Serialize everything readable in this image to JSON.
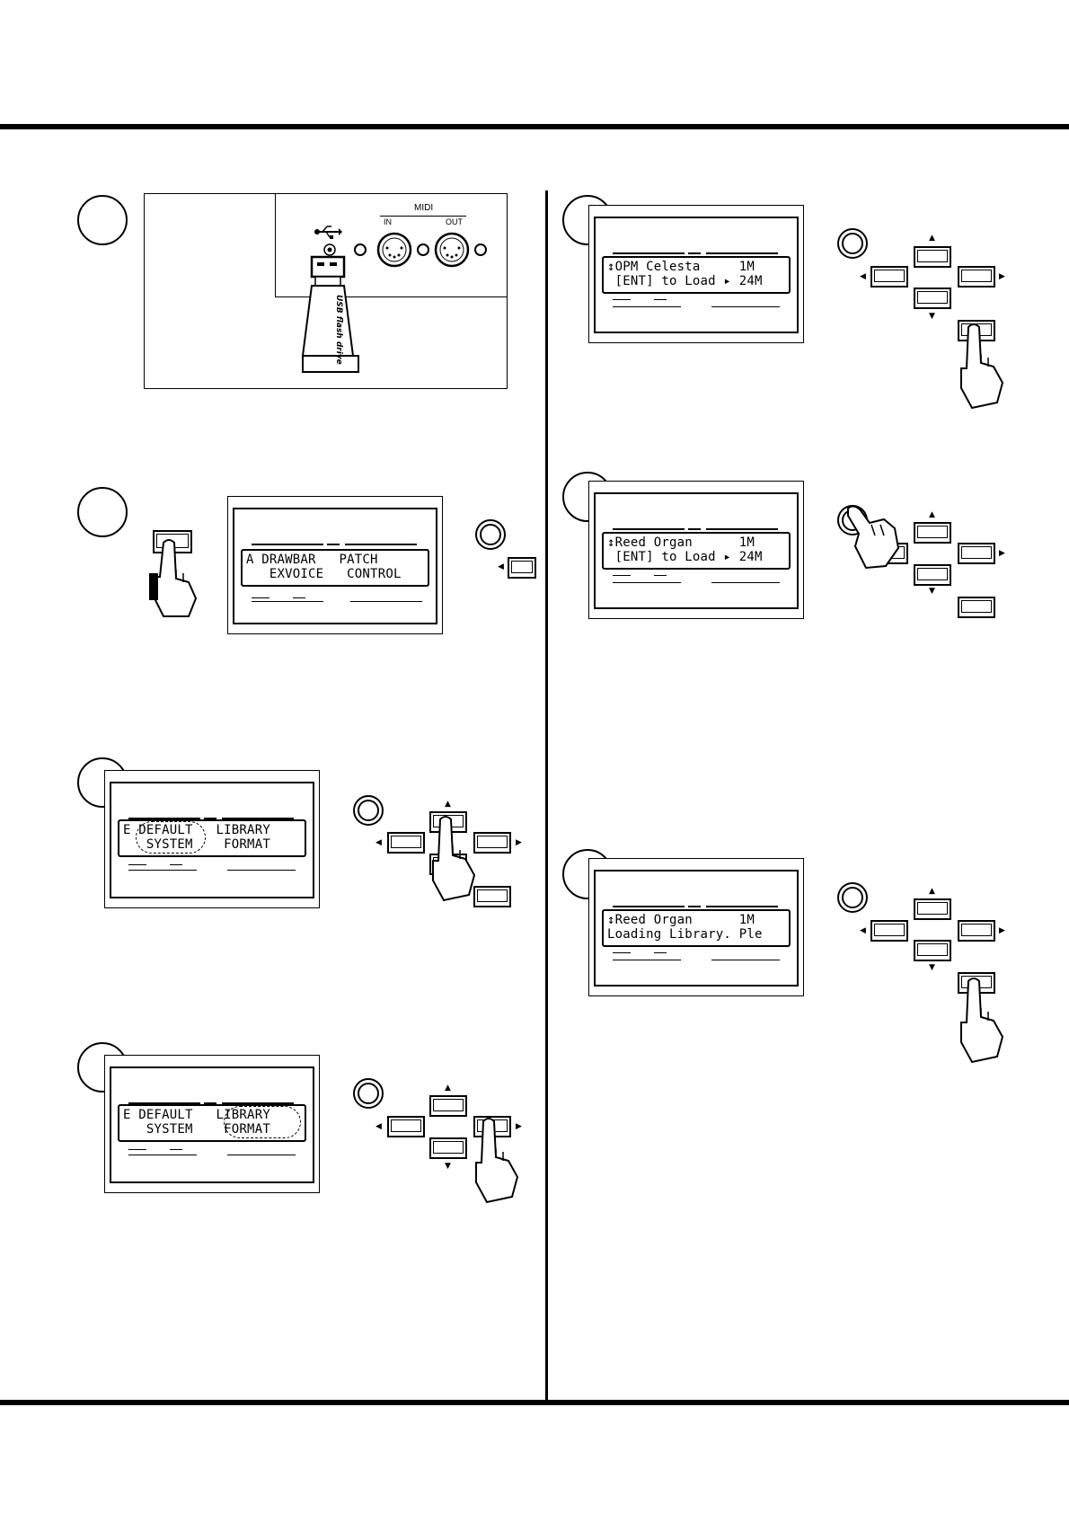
{
  "figure1": {
    "midi_label": "MIDI",
    "in_label": "IN",
    "out_label": "OUT",
    "usb_drive_label": "USB flash drive",
    "usb_symbol": "usb-icon"
  },
  "screens": {
    "s2": {
      "line1": "A DRAWBAR   PATCH",
      "line2": "   EXVOICE   CONTROL"
    },
    "s3": {
      "line1": "E DEFAULT   LIBRARY",
      "line2": "   SYSTEM    FORMAT"
    },
    "s4": {
      "line1": "E DEFAULT   LIBRARY",
      "line2": "   SYSTEM    FORMAT"
    },
    "s5": {
      "line1": "↕OPM Celesta     1M",
      "line2": " [ENT] to Load ▸ 24M"
    },
    "s6": {
      "line1": "↕Reed Organ      1M",
      "line2": " [ENT] to Load ▸ 24M"
    },
    "s7": {
      "line1": "↕Reed Organ      1M",
      "line2": "Loading Library. Ple"
    }
  },
  "icons": {
    "arrow_up": "▲",
    "arrow_down": "▼",
    "arrow_left": "◀",
    "arrow_right": "▶"
  }
}
